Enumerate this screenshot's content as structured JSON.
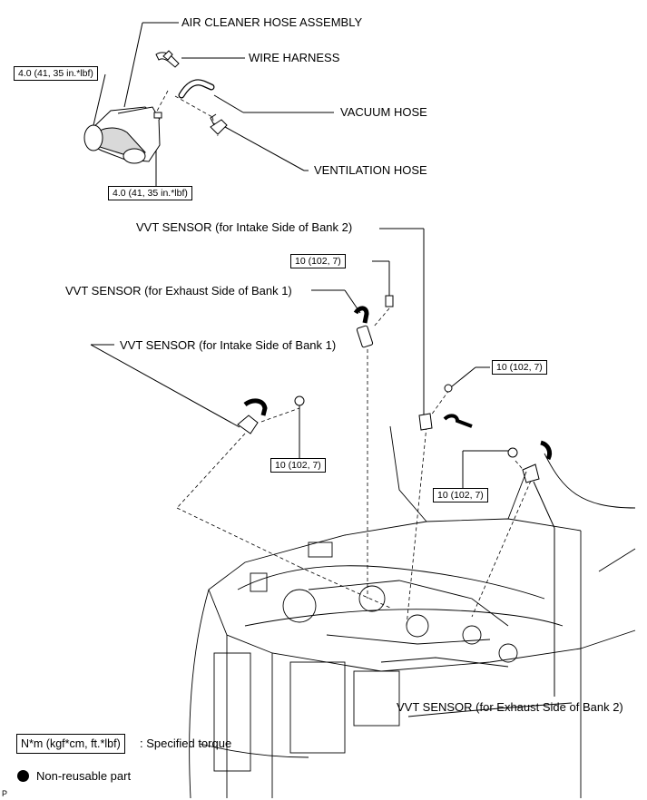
{
  "labels": {
    "air_cleaner_hose_assembly": "AIR CLEANER HOSE ASSEMBLY",
    "wire_harness": "WIRE HARNESS",
    "vacuum_hose": "VACUUM HOSE",
    "ventilation_hose": "VENTILATION HOSE",
    "vvt_intake_bank2": "VVT SENSOR (for Intake Side of Bank 2)",
    "vvt_exhaust_bank1": "VVT SENSOR (for Exhaust Side of Bank 1)",
    "vvt_intake_bank1": "VVT SENSOR (for Intake Side of Bank 1)",
    "vvt_exhaust_bank2": "VVT SENSOR (for Exhaust Side of Bank 2)"
  },
  "torques": {
    "air_cleaner_upper": "4.0 (41, 35 in.*lbf)",
    "air_cleaner_lower": "4.0 (41, 35 in.*lbf)",
    "bank2_intake": "10 (102, 7)",
    "bank1_intake": "10 (102, 7)",
    "bank2_right": "10 (102, 7)",
    "bank2_exhaust": "10 (102, 7)"
  },
  "legend": {
    "torque_unit": "N*m (kgf*cm, ft.*lbf)",
    "torque_desc": ": Specified torque",
    "non_reusable": "Non-reusable part"
  },
  "corner_mark": "P"
}
